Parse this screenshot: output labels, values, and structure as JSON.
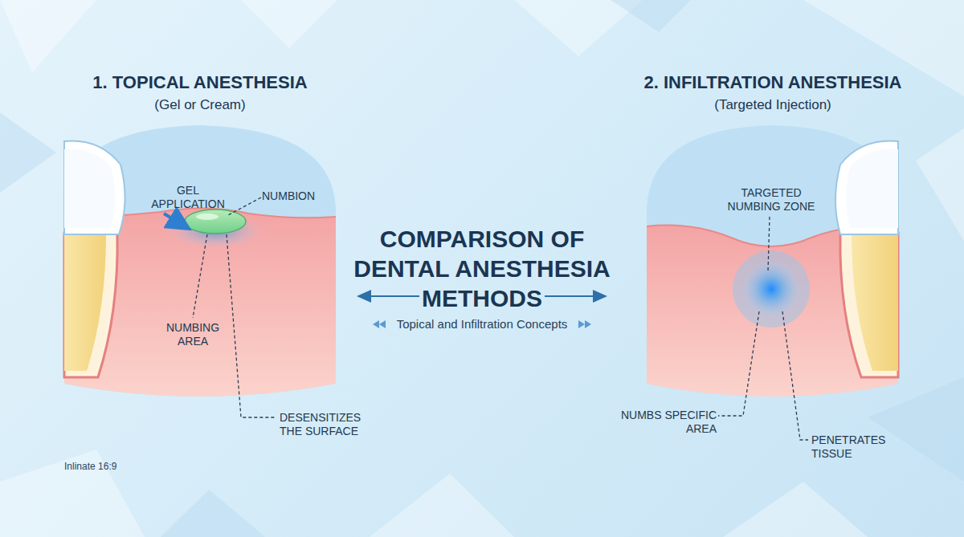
{
  "diagram": {
    "title": "COMPARISON OF DENTAL ANESTHESIA METHODS",
    "caption": "Topical and Infiltration Concepts",
    "nodes": [
      {
        "text": [
          "1. TOPICAL ANESTHESIA",
          "(Gel or Cream)"
        ]
      },
      {
        "text": [
          "2. INFILTRATION ANESTHESIA",
          "(Targeted Injection)"
        ]
      }
    ],
    "labels": [
      "GEL APPLICATION",
      "NUMBION",
      "NUMBING AREA",
      "DESENSITIZES THE SURFACE",
      "Inlinate 16:9",
      "TARGETED NUMBING ZONE",
      "NUMBS SPECIFIC AREA",
      "PENETRATES TISSUE"
    ]
  }
}
